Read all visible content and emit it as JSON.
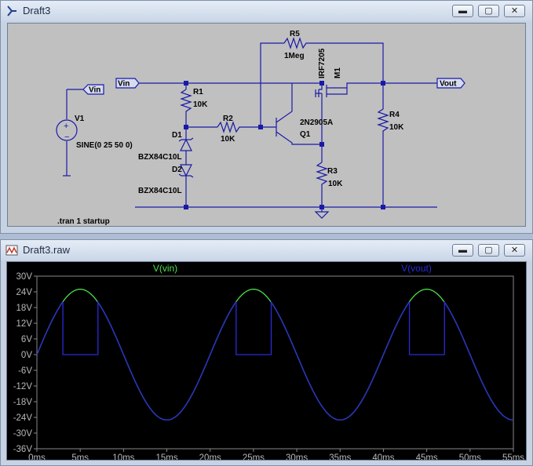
{
  "schematic_window": {
    "title": "Draft3",
    "directive": ".tran 1 startup",
    "labels": {
      "vin_flag": "Vin",
      "vin_port": "Vin",
      "vout_port": "Vout",
      "v1_name": "V1",
      "v1_value": "SINE(0 25 50 0)",
      "r1_name": "R1",
      "r1_value": "10K",
      "r2_name": "R2",
      "r2_value": "10K",
      "r3_name": "R3",
      "r3_value": "10K",
      "r4_name": "R4",
      "r4_value": "10K",
      "r5_name": "R5",
      "r5_value": "1Meg",
      "d1_name": "D1",
      "d1_value": "BZX84C10L",
      "d2_name": "D2",
      "d2_value": "BZX84C10L",
      "q1_name": "Q1",
      "q1_value": "2N2905A",
      "m1_name": "M1",
      "m1_value": "IRF7205"
    }
  },
  "waveform_window": {
    "title": "Draft3.raw"
  },
  "window_buttons": {
    "minimize": "▬",
    "restore": "▢",
    "close": "✕"
  },
  "colors": {
    "vin_trace": "#4be04b",
    "vout_trace": "#2a2ad8",
    "wire": "#1919a8",
    "plot_bg": "#000000"
  },
  "chart_data": {
    "type": "line",
    "x_unit": "ms",
    "x_ticks": [
      "0ms",
      "5ms",
      "10ms",
      "15ms",
      "20ms",
      "25ms",
      "30ms",
      "35ms",
      "40ms",
      "45ms",
      "50ms",
      "55ms"
    ],
    "y_ticks": [
      "30V",
      "24V",
      "18V",
      "12V",
      "6V",
      "0V",
      "-6V",
      "-12V",
      "-18V",
      "-24V",
      "-30V",
      "-36V"
    ],
    "xlim": [
      0,
      55
    ],
    "ylim": [
      -36,
      30
    ],
    "series": [
      {
        "name": "V(vin)",
        "color": "#4be04b",
        "amplitude": 25,
        "frequency_hz": 50
      },
      {
        "name": "V(vout)",
        "color": "#2a2ad8",
        "amplitude": 25,
        "frequency_hz": 50,
        "cutoff_v": 20,
        "clamped_to": 0
      }
    ]
  }
}
